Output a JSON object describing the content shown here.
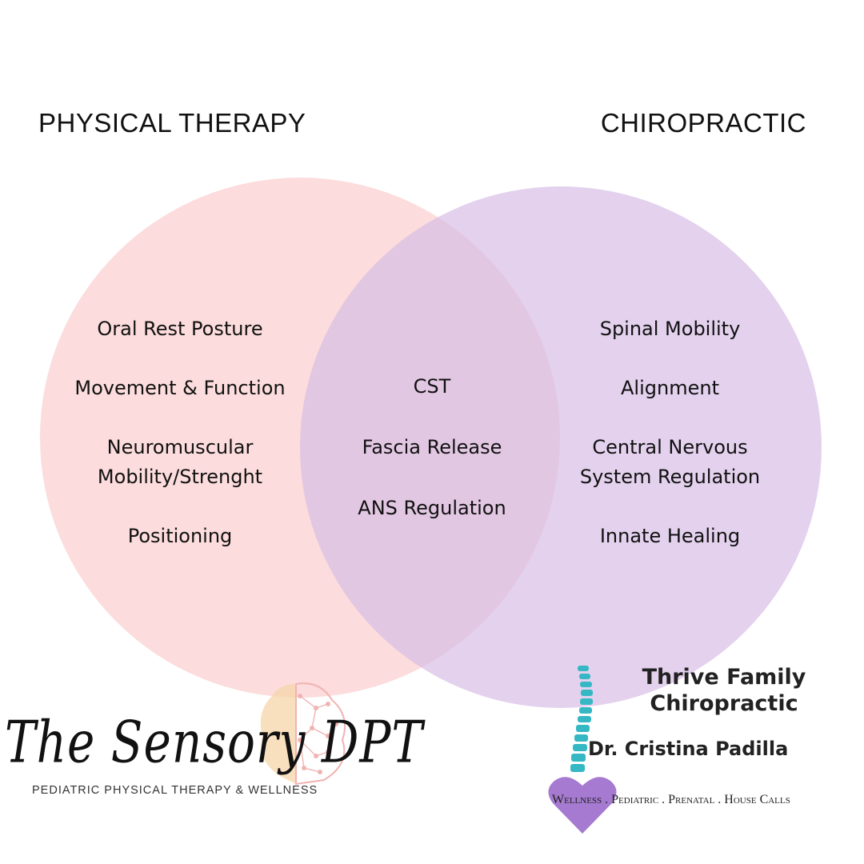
{
  "headings": {
    "left": "PHYSICAL THERAPY",
    "right": "CHIROPRACTIC"
  },
  "colors": {
    "left_circle": "#fbcfcf",
    "right_circle": "#d8bfe6",
    "spine": "#35b8c4",
    "heart": "#a57ad0"
  },
  "physical_therapy": {
    "items": [
      "Oral Rest Posture",
      "Movement & Function",
      "Neuromuscular Mobility/Strenght",
      "Positioning"
    ]
  },
  "overlap": {
    "items": [
      "CST",
      "Fascia Release",
      "ANS Regulation"
    ]
  },
  "chiropractic": {
    "items": [
      "Spinal Mobility",
      "Alignment",
      "Central Nervous System Regulation",
      "Innate Healing"
    ]
  },
  "logo_left": {
    "script": "The Sensory DPT",
    "tagline": "PEDIATRIC PHYSICAL THERAPY & WELLNESS"
  },
  "logo_right": {
    "title_line1": "Thrive Family",
    "title_line2": "Chiropractic",
    "doctor": "Dr. Cristina Padilla",
    "tagline": "Wellness . Pediatric . Prenatal  . House Calls"
  }
}
